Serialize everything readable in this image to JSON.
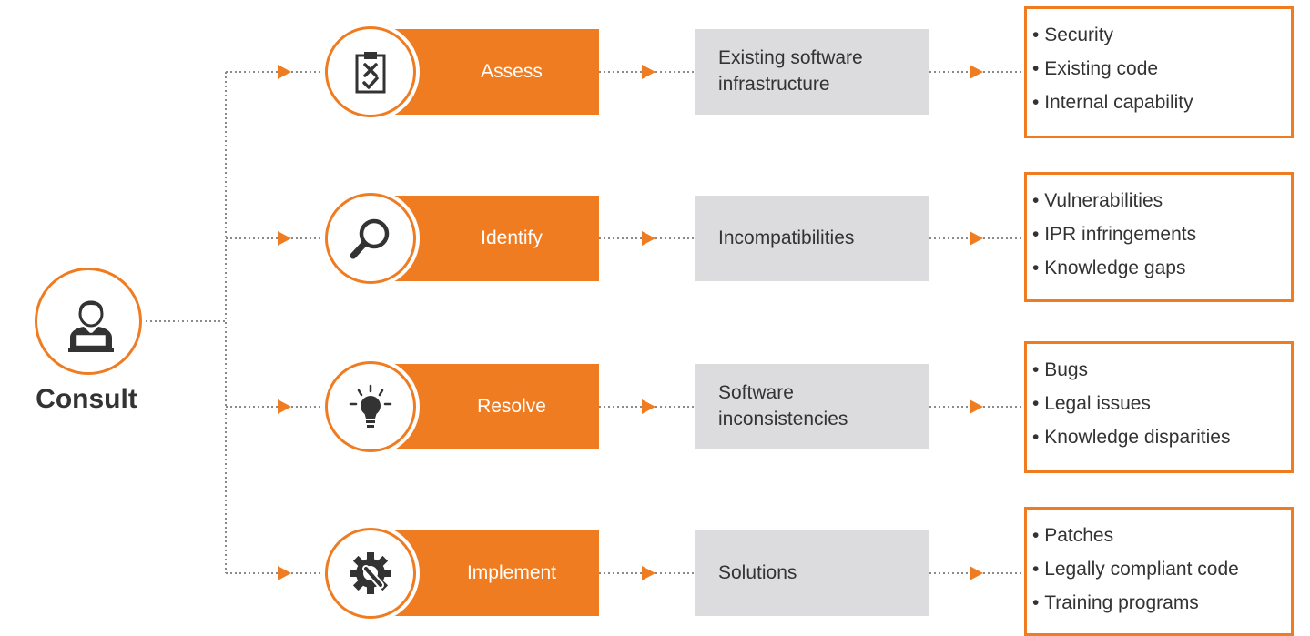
{
  "diagram": {
    "root": {
      "label": "Consult",
      "icon": "consultant-at-laptop-icon"
    },
    "stages": [
      {
        "label": "Assess",
        "icon": "clipboard-checklist-icon",
        "target": "Existing software infrastructure",
        "outcomes": [
          "Security",
          "Existing code",
          "Internal capability"
        ]
      },
      {
        "label": "Identify",
        "icon": "magnifying-glass-icon",
        "target": "Incompatibilities",
        "outcomes": [
          "Vulnerabilities",
          "IPR infringements",
          "Knowledge gaps"
        ]
      },
      {
        "label": "Resolve",
        "icon": "lightbulb-icon",
        "target": "Software inconsistencies",
        "outcomes": [
          "Bugs",
          "Legal issues",
          "Knowledge disparities"
        ]
      },
      {
        "label": "Implement",
        "icon": "gear-wrench-icon",
        "target": "Solutions",
        "outcomes": [
          "Patches",
          "Legally compliant code",
          "Training programs"
        ]
      }
    ],
    "colors": {
      "accent": "#f07c21",
      "box_gray": "#dcdcde",
      "text": "#333333",
      "connector": "#8a8a8a"
    }
  }
}
